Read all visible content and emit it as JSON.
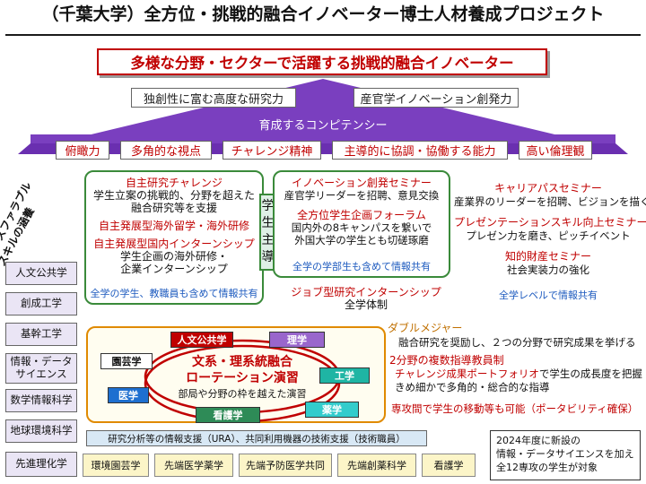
{
  "title": "（千葉大学）全方位・挑戦的融合イノベーター博士人材養成プロジェクト",
  "goal": "多様な分野・セクターで活躍する挑戦的融合イノベーター",
  "pyramid": {
    "top_left": "独創性に富む高度な研究力",
    "top_right": "産官学イノベーション創発力",
    "competency_label": "育成するコンピテンシー",
    "competencies": [
      "俯瞰力",
      "多角的な視点",
      "チャレンジ精神",
      "主導的に協調・協働する能力",
      "高い倫理観"
    ]
  },
  "side_label": [
    "トランスファラブル",
    "スキルの涵養"
  ],
  "left_box": {
    "item1_title": "自主研究チャレンジ",
    "item1_lines": [
      "学生立案の挑戦的、分野を超えた",
      "融合研究等を支援"
    ],
    "item2_title": "自主発展型海外留学・海外研修",
    "item3_title": "自主発展型国内インターンシップ",
    "item3_lines": [
      "学生企画の海外研修・",
      "企業インターンシップ"
    ],
    "footer": "全学の学生、教職員も含めて情報共有"
  },
  "student_led": [
    "学",
    "生",
    "主",
    "導"
  ],
  "mid_box": {
    "item1_title": "イノベーション創発セミナー",
    "item1_line": "産官学リーダーを招聘、意見交換",
    "item2_title": "全方位学生企画フォーラム",
    "item2_lines": [
      "国内外の8キャンパスを繋いで",
      "外国大学の学生とも切磋琢磨"
    ],
    "footer": "全学の学部生も含めて情報共有"
  },
  "internship": {
    "title": "ジョブ型研究インターンシップ",
    "sub": "全学体制"
  },
  "right_col": {
    "item1_title": "キャリアパスセミナー",
    "item1_line": "産業界のリーダーを招聘、ビジョンを描く",
    "item2_title": "プレゼンテーションスキル向上セミナー",
    "item2_line": "プレゼン力を磨き、ピッチイベント",
    "item3_title": "知的財産セミナー",
    "item3_line": "社会実装力の強化",
    "footer": "全学レベルで情報共有"
  },
  "majors": [
    "人文公共学",
    "創成工学",
    "基幹工学",
    "情報・データ\nサイエンス",
    "数学情報科学",
    "地球環境科学",
    "先進理化学"
  ],
  "bottom_majors": [
    "環境園芸学",
    "先端医学薬学",
    "先端予防医学共同",
    "先端創薬科学",
    "看護学"
  ],
  "rotation": {
    "title1": "文系・理系統融合",
    "title2": "ローテーション演習",
    "sub": "部局や分野の枠を越えた演習",
    "nodes": [
      {
        "label": "人文公共学",
        "color": "#c00000"
      },
      {
        "label": "理学",
        "color": "#9966cc"
      },
      {
        "label": "工学",
        "color": "#1fb5a4"
      },
      {
        "label": "薬学",
        "color": "#33cccc"
      },
      {
        "label": "看護学",
        "color": "#2e8b57"
      },
      {
        "label": "医学",
        "color": "#1e6fd0"
      },
      {
        "label": "園芸学",
        "color": "#ffffff"
      }
    ]
  },
  "support": "研究分析等の情報支援（URA）、共同利用機器の技術支援（技術職員）",
  "double_major": {
    "title": "ダブルメジャー",
    "line": "融合研究を奨励し、２つの分野で研究成果を挙げる",
    "title2": "2分野の複数指導教員制",
    "line2_red": "チャレンジ成果ポートフォリオ",
    "line2_rest": "で学生の成長度を把握",
    "line3": "きめ細かで多角的・総合的な指導",
    "mobility": "専攻間で学生の移動等も可能（ポータビリティ確保）"
  },
  "note": [
    "2024年度に新設の",
    "情報・データサイエンスを加え",
    "全12専攻の学生が対象"
  ],
  "colors": {
    "accent_red": "#c00000",
    "purple": "#7a3fbf",
    "green_border": "#3a8a3a"
  }
}
